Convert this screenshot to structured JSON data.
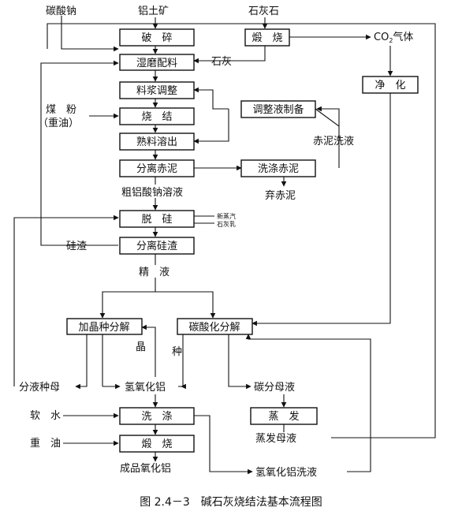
{
  "inputs": {
    "soda_ash": "碳酸钠",
    "bauxite": "铝土矿",
    "limestone": "石灰石",
    "coal_powder": "煤　粉",
    "heavy_oil_paren": "（重油）",
    "soft_water": "软　水",
    "heavy_oil": "重　油",
    "new_steam": "新蒸汽",
    "lime_milk": "石灰乳"
  },
  "steps": {
    "crushing": "破　碎",
    "calcining_limestone": "煅　烧",
    "wet_grinding": "湿磨配料",
    "slurry_adjust": "料浆调整",
    "sintering": "烧　结",
    "adjust_liquor": "调整液制备",
    "clinker_leach": "熟料溶出",
    "separate_red_mud": "分离赤泥",
    "wash_red_mud": "洗涤赤泥",
    "desilication": "脱　硅",
    "separate_silica_slag": "分离硅渣",
    "seeded_precip": "加晶种分解",
    "carbonation": "碳酸化分解",
    "evaporation": "蒸　发",
    "washing": "洗　涤",
    "calcining_product": "煅　烧",
    "purification": "净　化"
  },
  "labels": {
    "co2_prefix": "CO",
    "co2_sub": "2",
    "co2_suffix": "气体",
    "lime": "石灰",
    "red_mud_wash_liquor": "赤泥洗液",
    "discard_red_mud": "弃赤泥",
    "crude_aluminate": "粗铝酸钠溶液",
    "silica_slag": "硅渣",
    "refined_liquor": "精　液",
    "seed_crystal_1": "晶",
    "seed_crystal_2": "种",
    "spent_seed_liquor": "分液种母",
    "aluminium_hydroxide": "氢氧化铝",
    "carbonation_mother_liquor": "碳分母液",
    "evaporation_mother_liquor": "蒸发母液",
    "hydroxide_wash_liquor": "氢氧化铝洗液",
    "product_alumina": "成品氧化铝"
  },
  "caption": "图 2.4－3　碱石灰烧结法基本流程图"
}
